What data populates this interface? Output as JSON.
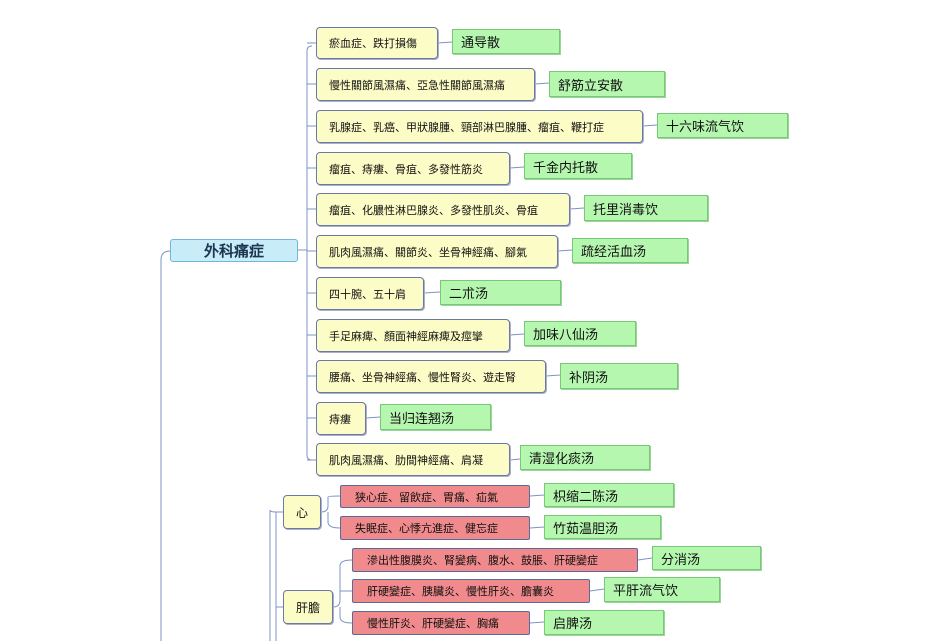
{
  "root": {
    "label": "外科痛症"
  },
  "branches": [
    {
      "condition": "瘀血症、跌打損傷",
      "formula": "通导散"
    },
    {
      "condition": "慢性關節風濕痛、亞急性關節風濕痛",
      "formula": "舒筋立安散"
    },
    {
      "condition": "乳腺症、乳癌、甲狀腺腫、頸部淋巴腺腫、瘤疽、鞭打症",
      "formula": "十六味流气饮"
    },
    {
      "condition": "瘤疽、痔瘻、骨疽、多發性筋炎",
      "formula": "千金内托散"
    },
    {
      "condition": "瘤疽、化膿性淋巴腺炎、多發性肌炎、骨疽",
      "formula": "托里消毒饮"
    },
    {
      "condition": "肌肉風濕痛、關節炎、坐骨神經痛、腳氣",
      "formula": "疏经活血汤"
    },
    {
      "condition": "四十腕、五十肩",
      "formula": "二朮汤"
    },
    {
      "condition": "手足麻痺、顏面神經麻痺及痙攣",
      "formula": "加味八仙汤"
    },
    {
      "condition": "腰痛、坐骨神經痛、慢性腎炎、遊走腎",
      "formula": "补阴汤"
    },
    {
      "condition": "痔瘻",
      "formula": "当归连翘汤"
    },
    {
      "condition": "肌肉風濕痛、肋間神經痛、肩凝",
      "formula": "清湿化痰汤"
    }
  ],
  "categories": [
    {
      "label": "心",
      "items": [
        {
          "condition": "狭心症、留飲症、胃痛、疝氣",
          "formula": "枳缩二陈汤"
        },
        {
          "condition": "失眠症、心悸亢進症、健忘症",
          "formula": "竹茹温胆汤"
        }
      ]
    },
    {
      "label": "肝膽",
      "items": [
        {
          "condition": "滲出性腹膜炎、腎變病、腹水、鼓脹、肝硬變症",
          "formula": "分消汤"
        },
        {
          "condition": "肝硬變症、胰臟炎、慢性肝炎、膽囊炎",
          "formula": "平肝流气饮"
        },
        {
          "condition": "慢性肝炎、肝硬變症、胸痛",
          "formula": "启脾汤"
        }
      ]
    }
  ],
  "colors": {
    "condition_fill": "#fcfcc6",
    "formula_fill": "#b6f7b0",
    "internal_fill": "#f08a8c",
    "root_fill": "#c8ecf8",
    "line": "#7d93c6"
  }
}
